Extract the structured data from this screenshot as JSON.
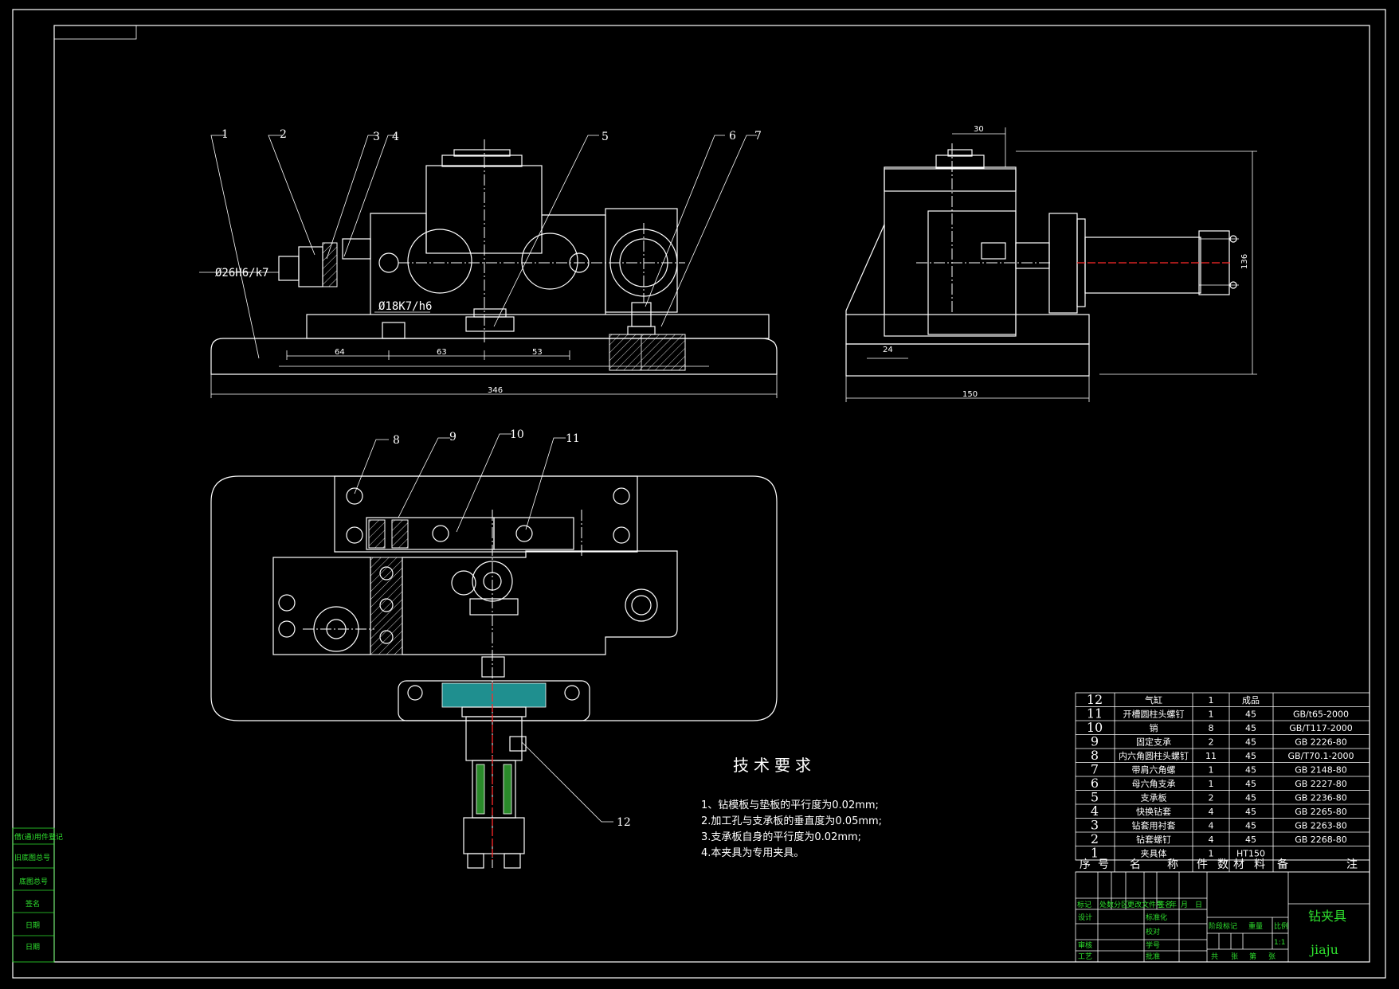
{
  "part_labels": {
    "l1": "1",
    "l2": "2",
    "l3": "3",
    "l4": "4",
    "l5": "5",
    "l6": "6",
    "l7": "7",
    "l8": "8",
    "l9": "9",
    "l10": "10",
    "l11": "11",
    "l12": "12"
  },
  "fits": {
    "fit_26": "Ø26H6/k7",
    "fit_18": "Ø18K7/h6"
  },
  "dimensions": {
    "d64": "64",
    "d63": "63",
    "d53": "53",
    "d346": "346",
    "d30": "30",
    "d136": "136",
    "d24": "24",
    "d150": "150"
  },
  "tech_requirements": {
    "title": "技术要求",
    "items": [
      "1、钻模板与垫板的平行度为0.02mm;",
      "2.加工孔与支承板的垂直度为0.05mm;",
      "3.支承板自身的平行度为0.02mm;",
      "4.本夹具为专用夹具。"
    ]
  },
  "bom": {
    "rows": [
      {
        "no": "12",
        "name": "气缸",
        "qty": "1",
        "material": "成品",
        "note": ""
      },
      {
        "no": "11",
        "name": "开槽圆柱头螺钉",
        "qty": "1",
        "material": "45",
        "note": "GB/t65-2000"
      },
      {
        "no": "10",
        "name": "销",
        "qty": "8",
        "material": "45",
        "note": "GB/T117-2000"
      },
      {
        "no": "9",
        "name": "固定支承",
        "qty": "2",
        "material": "45",
        "note": "GB 2226-80"
      },
      {
        "no": "8",
        "name": "内六角圆柱头螺钉",
        "qty": "11",
        "material": "45",
        "note": "GB/T70.1-2000"
      },
      {
        "no": "7",
        "name": "带肩六角螺",
        "qty": "1",
        "material": "45",
        "note": "GB 2148-80"
      },
      {
        "no": "6",
        "name": "母六角支承",
        "qty": "1",
        "material": "45",
        "note": "GB 2227-80"
      },
      {
        "no": "5",
        "name": "支承板",
        "qty": "2",
        "material": "45",
        "note": "GB 2236-80"
      },
      {
        "no": "4",
        "name": "快换钻套",
        "qty": "4",
        "material": "45",
        "note": "GB 2265-80"
      },
      {
        "no": "3",
        "name": "钻套用衬套",
        "qty": "4",
        "material": "45",
        "note": "GB 2263-80"
      },
      {
        "no": "2",
        "name": "钻套螺钉",
        "qty": "4",
        "material": "45",
        "note": "GB 2268-80"
      },
      {
        "no": "1",
        "name": "夹具体",
        "qty": "1",
        "material": "HT150",
        "note": ""
      }
    ],
    "header": [
      "序",
      "号",
      "名",
      "称",
      "件",
      "数",
      "材",
      "料",
      "备",
      "注"
    ]
  },
  "title_block": {
    "drawing_name": "钻夹具",
    "drawing_code": "jiaju",
    "row_labels": [
      "标记",
      "处数",
      "分区",
      "更改文件号",
      "签名",
      "年",
      "月",
      "日"
    ],
    "designer": "设计",
    "standardize": "标准化",
    "review": "审核",
    "process": "工艺",
    "proofread": "校对",
    "check": "学号",
    "approve": "批准",
    "stage_labels": [
      "阶段标记",
      "重量",
      "比例"
    ],
    "scale": "1:1",
    "sheets": [
      "共",
      "张",
      "第",
      "张"
    ]
  },
  "side_strip": [
    "借(通)用件登记",
    "旧底图总号",
    "底图总号",
    "签名",
    "日期",
    "日期"
  ]
}
